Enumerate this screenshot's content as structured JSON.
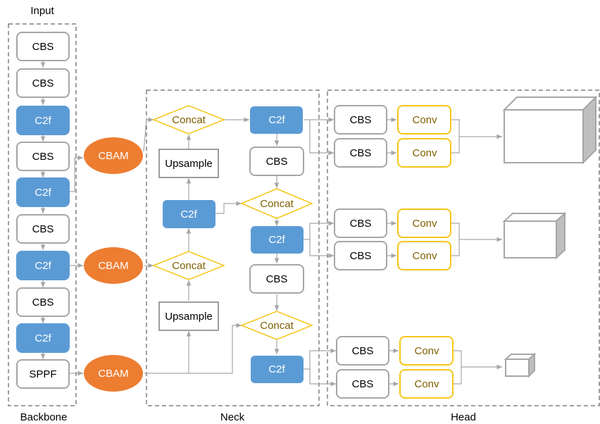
{
  "sections": {
    "input": "Input",
    "backbone": "Backbone",
    "neck": "Neck",
    "head": "Head"
  },
  "colors": {
    "c2f_fill": "#5b9bd5",
    "cbam_fill": "#ed7d31",
    "conv_stroke": "#f5c518",
    "concat_text": "#7f6000",
    "box_stroke": "#a6a6a6",
    "arrow": "#a6a6a6"
  },
  "backbone": {
    "layers": [
      "CBS",
      "CBS",
      "C2f",
      "CBS",
      "C2f",
      "CBS",
      "C2f",
      "CBS",
      "C2f",
      "SPPF"
    ]
  },
  "attention": {
    "cbam_label": "CBAM"
  },
  "neck": {
    "concat_label": "Concat",
    "upsample_label": "Upsample",
    "c2f_label": "C2f",
    "cbs_label": "CBS"
  },
  "head": {
    "cbs_label": "CBS",
    "conv_label": "Conv",
    "output_cube_icons": [
      "large-cube-icon",
      "medium-cube-icon",
      "small-cube-icon"
    ]
  }
}
